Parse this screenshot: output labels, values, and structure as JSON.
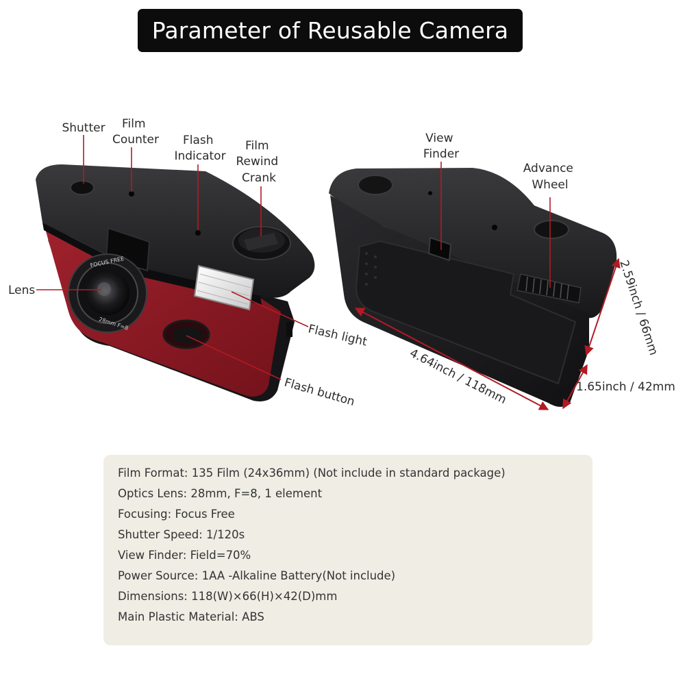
{
  "title": "Parameter of Reusable Camera",
  "front_labels": {
    "shutter": "Shutter",
    "film_counter": [
      "Film",
      "Counter"
    ],
    "flash_indicator": [
      "Flash",
      "Indicator"
    ],
    "film_rewind_crank": [
      "Film",
      "Rewind",
      "Crank"
    ],
    "lens": "Lens",
    "flash_light": "Flash light",
    "flash_button": "Flash button",
    "lens_ring_text": "FOCUS FREE",
    "lens_spec_text": "28mm F=8"
  },
  "back_labels": {
    "view_finder": [
      "View",
      "Finder"
    ],
    "advance_wheel": [
      "Advance",
      "Wheel"
    ]
  },
  "dimensions": {
    "width": "4.64inch / 118mm",
    "height": "2.59inch / 66mm",
    "depth": "1.65inch / 42mm"
  },
  "colors": {
    "title_bg": "#0c0c0c",
    "camera_body_black": "#1c1c1e",
    "leather_red": "#8e1a24",
    "callout_line": "#b21a24",
    "spec_panel_bg": "#efede4"
  },
  "specs": [
    "Film Format: 135 Film (24x36mm) (Not include in standard package)",
    "Optics Lens: 28mm, F=8, 1 element",
    "Focusing: Focus Free",
    "Shutter Speed: 1/120s",
    "View Finder: Field=70%",
    "Power Source: 1AA -Alkaline Battery(Not include)",
    "Dimensions: 118(W)×66(H)×42(D)mm",
    "Main Plastic Material: ABS"
  ]
}
